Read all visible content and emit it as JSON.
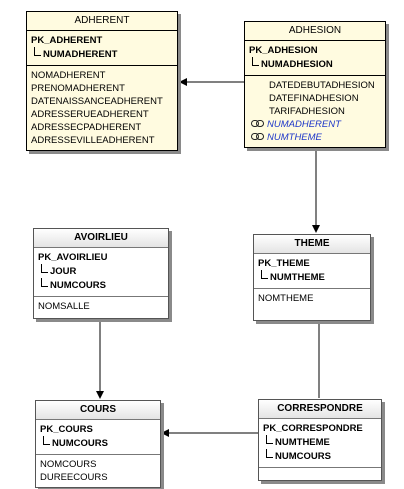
{
  "entities": {
    "adherent": {
      "name": "ADHERENT",
      "pk": "PK_ADHERENT",
      "pk_cols": [
        "NUMADHERENT"
      ],
      "attrs": [
        "NOMADHERENT",
        "PRENOMADHERENT",
        "DATENAISSANCEADHERENT",
        "ADRESSERUEADHERENT",
        "ADRESSECPADHERENT",
        "ADRESSEVILLEADHERENT"
      ]
    },
    "adhesion": {
      "name": "ADHESION",
      "pk": "PK_ADHESION",
      "pk_cols": [
        "NUMADHESION"
      ],
      "attrs": [
        "DATEDEBUTADHESION",
        "DATEFINADHESION",
        "TARIFADHESION"
      ],
      "fk_attrs": [
        "NUMADHERENT",
        "NUMTHEME"
      ]
    },
    "avoirlieu": {
      "name": "AVOIRLIEU",
      "pk": "PK_AVOIRLIEU",
      "pk_cols": [
        "JOUR",
        "NUMCOURS"
      ],
      "attrs": [
        "NOMSALLE"
      ]
    },
    "theme": {
      "name": "THEME",
      "pk": "PK_THEME",
      "pk_cols": [
        "NUMTHEME"
      ],
      "attrs": [
        "NOMTHEME"
      ]
    },
    "cours": {
      "name": "COURS",
      "pk": "PK_COURS",
      "pk_cols": [
        "NUMCOURS"
      ],
      "attrs": [
        "NOMCOURS",
        "DUREECOURS"
      ]
    },
    "correspondre": {
      "name": "CORRESPONDRE",
      "pk": "PK_CORRESPONDRE",
      "pk_cols": [
        "NUMTHEME",
        "NUMCOURS"
      ],
      "attrs": []
    }
  },
  "colors": {
    "selected_fill": "#fffbe0",
    "fk_text": "#1f37c9",
    "shadow": "#8a8a8a"
  }
}
